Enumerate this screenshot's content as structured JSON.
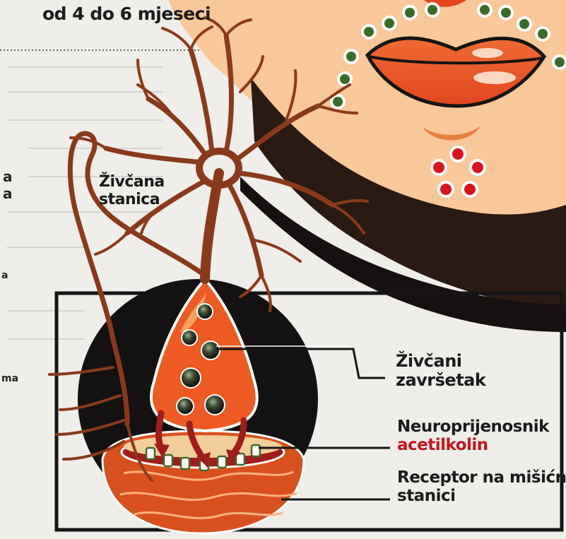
{
  "header": {
    "line1": "... d 4 do 6 mjeseci",
    "line2": "od 4 do 6 mjeseci"
  },
  "labels": {
    "nerve_cell_line1": "Živčana",
    "nerve_cell_line2": "stanica",
    "nerve_ending_line1": "Živčani",
    "nerve_ending_line2": "završetak",
    "neurotransmitter_line1": "Neuroprijenosnik",
    "neurotransmitter_line2": "acetilkolin",
    "receptor_line1": "Receptor na mišićnoj",
    "receptor_line2": "stanici"
  },
  "fragments": {
    "left_a1": "a",
    "left_a2": "a",
    "left_a3": "a",
    "left_ma": "ma"
  },
  "colors": {
    "neuron": "#8a3a1c",
    "orange": "#ef5a22",
    "red_text": "#c81620",
    "black": "#111111",
    "dot_green": "#3a6b2a",
    "dot_red": "#d8141e",
    "skin": "#f8c79a"
  }
}
